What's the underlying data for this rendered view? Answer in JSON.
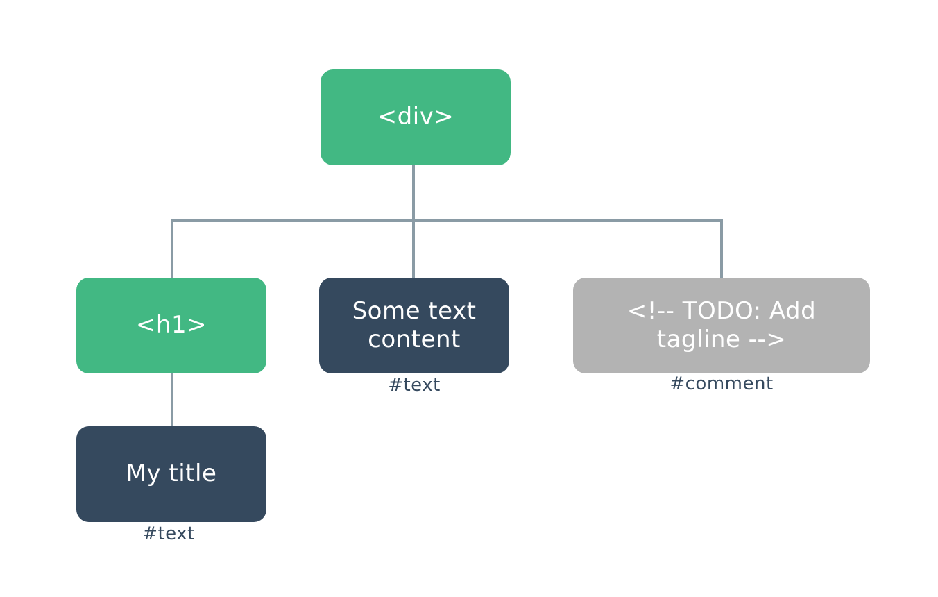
{
  "nodes": {
    "div": {
      "label": "<div>",
      "kind": "element"
    },
    "h1": {
      "label": "<h1>",
      "kind": "element"
    },
    "some_text": {
      "label": "Some text content",
      "kind": "text",
      "caption": "#text"
    },
    "comment": {
      "label": "<!-- TODO: Add tagline  -->",
      "kind": "comment",
      "caption": "#comment"
    },
    "my_title": {
      "label": "My title",
      "kind": "text",
      "caption": "#text"
    }
  },
  "colors": {
    "element": "#42b883",
    "text": "#35495e",
    "comment": "#b3b3b3",
    "connector": "#8a9ba5",
    "caption": "#35495e"
  }
}
